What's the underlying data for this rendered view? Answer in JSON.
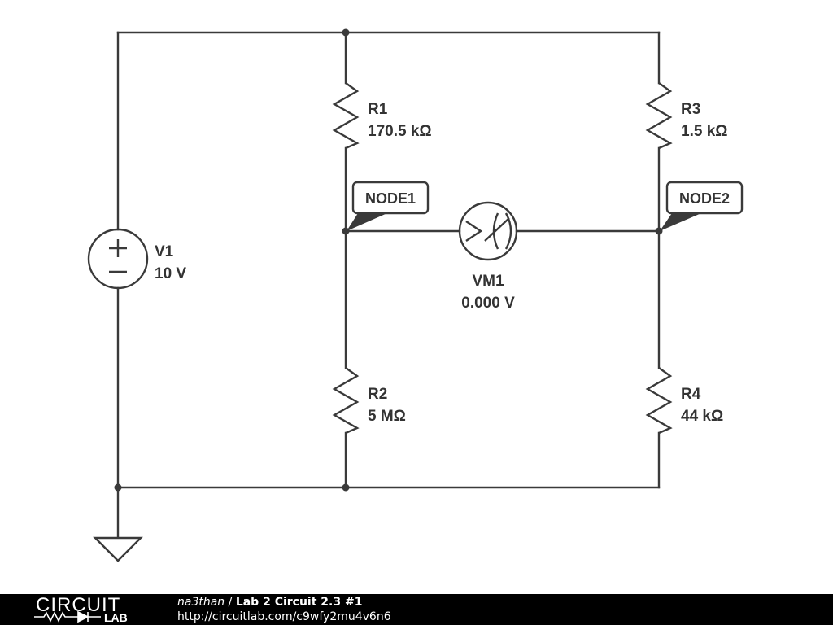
{
  "components": {
    "v1": {
      "name": "V1",
      "value": "10 V"
    },
    "r1": {
      "name": "R1",
      "value": "170.5 kΩ"
    },
    "r2": {
      "name": "R2",
      "value": "5 MΩ"
    },
    "r3": {
      "name": "R3",
      "value": "1.5 kΩ"
    },
    "r4": {
      "name": "R4",
      "value": "44 kΩ"
    },
    "vm1": {
      "name": "VM1",
      "value": "0.000 V"
    }
  },
  "nodes": {
    "node1": "NODE1",
    "node2": "NODE2"
  },
  "footer": {
    "logo_top": "CIRCUIT",
    "logo_bottom": "LAB",
    "author": "na3than",
    "separator": " / ",
    "title": "Lab 2 Circuit 2.3 #1",
    "url": "http://circuitlab.com/c9wfy2mu4v6n6"
  },
  "colors": {
    "wire": "#3a3a3a",
    "footer_bg": "#000000",
    "footer_text": "#ffffff"
  }
}
